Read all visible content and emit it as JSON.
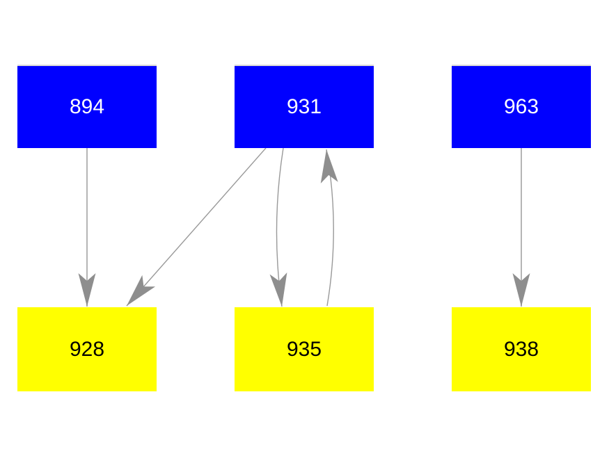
{
  "diagram": {
    "type": "graph",
    "background": "#ffffff",
    "node_fill_top": "#0000ff",
    "node_text_top": "#ffffff",
    "node_fill_bottom": "#ffff00",
    "node_text_bottom": "#000000",
    "edge_color": "#999999",
    "edge_color_light": "#b5b5b5",
    "arrowhead_color": "#8e8e8e",
    "nodes": [
      {
        "id": "894",
        "label": "894",
        "row": "top"
      },
      {
        "id": "931",
        "label": "931",
        "row": "top"
      },
      {
        "id": "963",
        "label": "963",
        "row": "top"
      },
      {
        "id": "928",
        "label": "928",
        "row": "bottom"
      },
      {
        "id": "935",
        "label": "935",
        "row": "bottom"
      },
      {
        "id": "938",
        "label": "938",
        "row": "bottom"
      }
    ],
    "edges": [
      {
        "from": "894",
        "to": "928",
        "style": "straight"
      },
      {
        "from": "931",
        "to": "928",
        "style": "straight-diagonal"
      },
      {
        "from": "931",
        "to": "935",
        "style": "curved"
      },
      {
        "from": "935",
        "to": "931",
        "style": "curved"
      },
      {
        "from": "963",
        "to": "938",
        "style": "straight"
      }
    ]
  }
}
